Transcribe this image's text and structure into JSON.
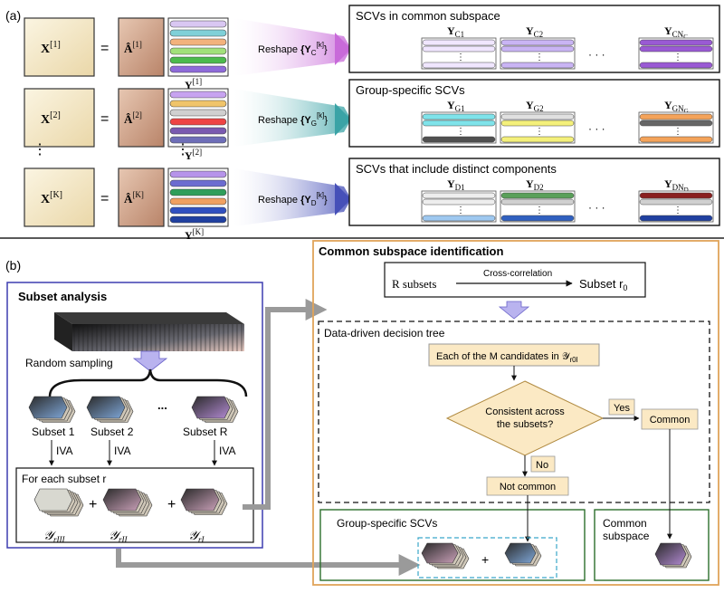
{
  "panel_a": {
    "label": "(a)",
    "rows": [
      {
        "x": "X",
        "sup": "[1]",
        "a": "Â",
        "y": "Y",
        "ysup": "[1]",
        "reshape": "Reshape",
        "rs": "{Y",
        "rsub": "C",
        "rsup": "[k]",
        "rclose": "}"
      },
      {
        "x": "X",
        "sup": "[2]",
        "a": "Â",
        "y": "Y",
        "ysup": "[2]",
        "reshape": "Reshape",
        "rs": "{Y",
        "rsub": "G",
        "rsup": "[k]",
        "rclose": "}"
      },
      {
        "x": "X",
        "sup": "[K]",
        "a": "Â",
        "y": "Y",
        "ysup": "[K]",
        "reshape": "Reshape",
        "rs": "{Y",
        "rsub": "D",
        "rsup": "[k]",
        "rclose": "}"
      }
    ],
    "eq": "=",
    "vdots": "⋮",
    "boxes": [
      {
        "title": "SCVs in common subspace",
        "labels": [
          {
            "m": "Y",
            "s": "C1"
          },
          {
            "m": "Y",
            "s": "C2"
          },
          {
            "m": "Y",
            "s": "CN",
            "s2": "C"
          }
        ]
      },
      {
        "title": "Group-specific SCVs",
        "labels": [
          {
            "m": "Y",
            "s": "G1"
          },
          {
            "m": "Y",
            "s": "G2"
          },
          {
            "m": "Y",
            "s": "GN",
            "s2": "G"
          }
        ]
      },
      {
        "title": "SCVs that include distinct components",
        "labels": [
          {
            "m": "Y",
            "s": "D1"
          },
          {
            "m": "Y",
            "s": "D2"
          },
          {
            "m": "Y",
            "s": "DN",
            "s2": "D"
          }
        ]
      }
    ],
    "dots": "· · ·"
  },
  "panel_b": {
    "label": "(b)",
    "subset_title": "Subset analysis",
    "random_sampling": "Random sampling",
    "subsets": [
      "Subset 1",
      "Subset 2",
      "Subset R"
    ],
    "ellipsis": "...",
    "iva": "IVA",
    "for_each": "For each subset r",
    "plus": "+",
    "y_labels": [
      {
        "m": "𝒴",
        "s": "rIII"
      },
      {
        "m": "𝒴",
        "s": "rII"
      },
      {
        "m": "𝒴",
        "s": "rI"
      }
    ],
    "common_title": "Common subspace identification",
    "r_subsets": "R subsets",
    "cross_corr": "Cross-correlation",
    "subset_r0": "Subset r",
    "subset_r0_sub": "0",
    "tree_title": "Data-driven decision tree",
    "candidates_text": "Each of the M candidates in 𝒴",
    "candidates_sub": "r0I",
    "diamond_line1": "Consistent across",
    "diamond_line2": "the subsets?",
    "yes": "Yes",
    "no": "No",
    "common": "Common",
    "not_common": "Not common",
    "group_specific": "Group-specific SCVs",
    "common_subspace_1": "Common",
    "common_subspace_2": "subspace"
  },
  "colors": {
    "tan_box": "#f1e4c8",
    "brown_box": "#cfa58c",
    "blue_frame": "#3d3db0",
    "orange_frame": "#e0a45a",
    "green_frame": "#2c6e2c",
    "dashed_cyan": "#3aa6c9",
    "arrow_gray": "#9a9a9a",
    "lilac": "#b9b3ef",
    "decision_fill": "#fbe9c4"
  }
}
